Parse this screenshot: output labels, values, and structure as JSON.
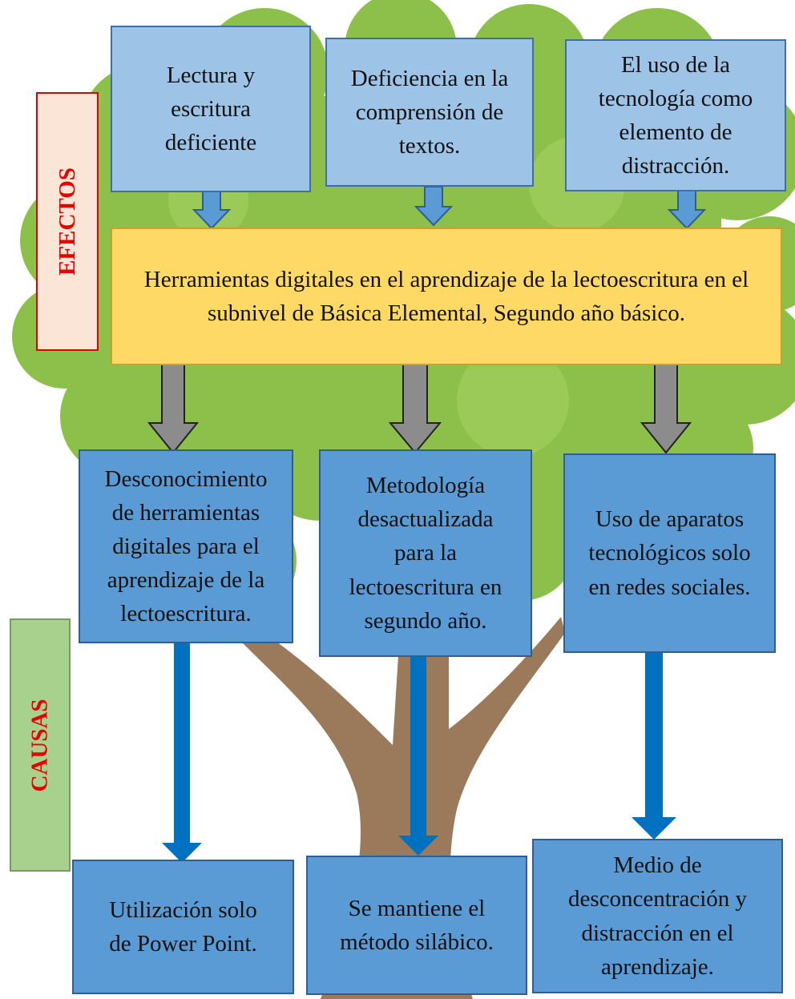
{
  "labels": {
    "efectos": "EFECTOS",
    "causas": "CAUSAS"
  },
  "effects": [
    "Lectura y escritura deficiente",
    "Deficiencia en la comprensión de textos.",
    "El uso de la tecnología como elemento de distracción."
  ],
  "central_problem": "Herramientas digitales en el aprendizaje de la lectoescritura en el subnivel de Básica Elemental, Segundo año básico.",
  "causes": [
    "Desconocimiento de herramientas digitales para el aprendizaje de la lectoescritura.",
    "Metodología desactualizada para la lectoescritura en segundo año.",
    "Uso de aparatos tecnológicos solo en redes sociales."
  ],
  "sub_causes": [
    "Utilización solo de Power Point.",
    "Se mantiene el método silábico.",
    "Medio de desconcentración y distracción en el aprendizaje."
  ],
  "colors": {
    "effect_box": "#9dc3e6",
    "central_box": "#ffd966",
    "cause_box": "#5b9bd5",
    "efectos_label_bg": "#fbe5d6",
    "causas_label_bg": "#a9d18e",
    "label_text": "#e60000",
    "foliage": "#8cc04a",
    "trunk": "#9b7a5c",
    "gray_arrow": "#8c8c8c",
    "blue_arrow": "#0070c0"
  }
}
